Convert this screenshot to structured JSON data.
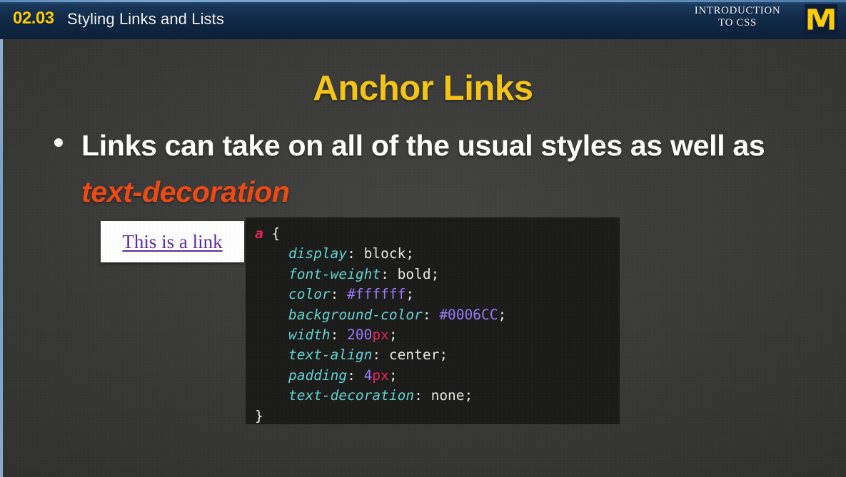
{
  "header": {
    "module_number": "02.03",
    "module_title": "Styling Links and Lists",
    "course_line1": "INTRODUCTION",
    "course_line2": "TO CSS",
    "logo": "michigan-block-m-logo",
    "accent_yellow": "#ffcb05",
    "bar_color": "#0f2440"
  },
  "slide": {
    "title": "Anchor Links",
    "title_color": "#f5c518",
    "background_color": "#3b3b3a",
    "bullet": {
      "marker": "bullet-dot",
      "text_part1": "Links can take on all of the usual styles as well as ",
      "highlight": "text-decoration",
      "highlight_color": "#ef4a16"
    },
    "link_preview": {
      "label": "This is a link",
      "link_color": "#5b2d9b",
      "box_color": "#ffffff"
    },
    "code": {
      "selector": "a",
      "open_brace": "{",
      "close_brace": "}",
      "declarations": [
        {
          "property": "display",
          "value": "block",
          "unit": ""
        },
        {
          "property": "font-weight",
          "value": "bold",
          "unit": ""
        },
        {
          "property": "color",
          "value": "#ffffff",
          "unit": ""
        },
        {
          "property": "background-color",
          "value": "#0006CC",
          "unit": ""
        },
        {
          "property": "width",
          "value": "200",
          "unit": "px"
        },
        {
          "property": "text-align",
          "value": "center",
          "unit": ""
        },
        {
          "property": "padding",
          "value": "4",
          "unit": "px"
        },
        {
          "property": "text-decoration",
          "value": "none",
          "unit": ""
        }
      ],
      "background_color": "#1c1c1a",
      "property_color": "#62d4d4",
      "selector_color": "#e8235d",
      "hex_color": "#9a7bff",
      "unit_color": "#e8235d"
    }
  }
}
